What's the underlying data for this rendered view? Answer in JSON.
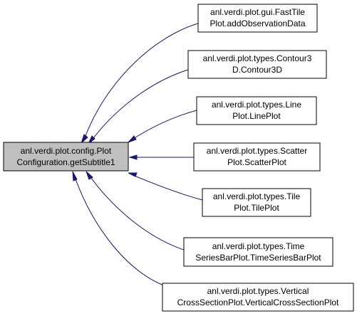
{
  "colors": {
    "focus_fill": "#bfbfbf",
    "node_fill": "#ffffff",
    "border": "#000000",
    "edge": "#191970"
  },
  "focus": {
    "line1": "anl.verdi.plot.config.Plot",
    "line2": "Configuration.getSubtitle1"
  },
  "callers": [
    {
      "line1": "anl.verdi.plot.gui.FastTile",
      "line2": "Plot.addObservationData"
    },
    {
      "line1": "anl.verdi.plot.types.Contour3",
      "line2": "D.Contour3D"
    },
    {
      "line1": "anl.verdi.plot.types.Line",
      "line2": "Plot.LinePlot"
    },
    {
      "line1": "anl.verdi.plot.types.Scatter",
      "line2": "Plot.ScatterPlot"
    },
    {
      "line1": "anl.verdi.plot.types.Tile",
      "line2": "Plot.TilePlot"
    },
    {
      "line1": "anl.verdi.plot.types.Time",
      "line2": "SeriesBarPlot.TimeSeriesBarPlot"
    },
    {
      "line1": "anl.verdi.plot.types.Vertical",
      "line2": "CrossSectionPlot.VerticalCrossSectionPlot"
    }
  ]
}
